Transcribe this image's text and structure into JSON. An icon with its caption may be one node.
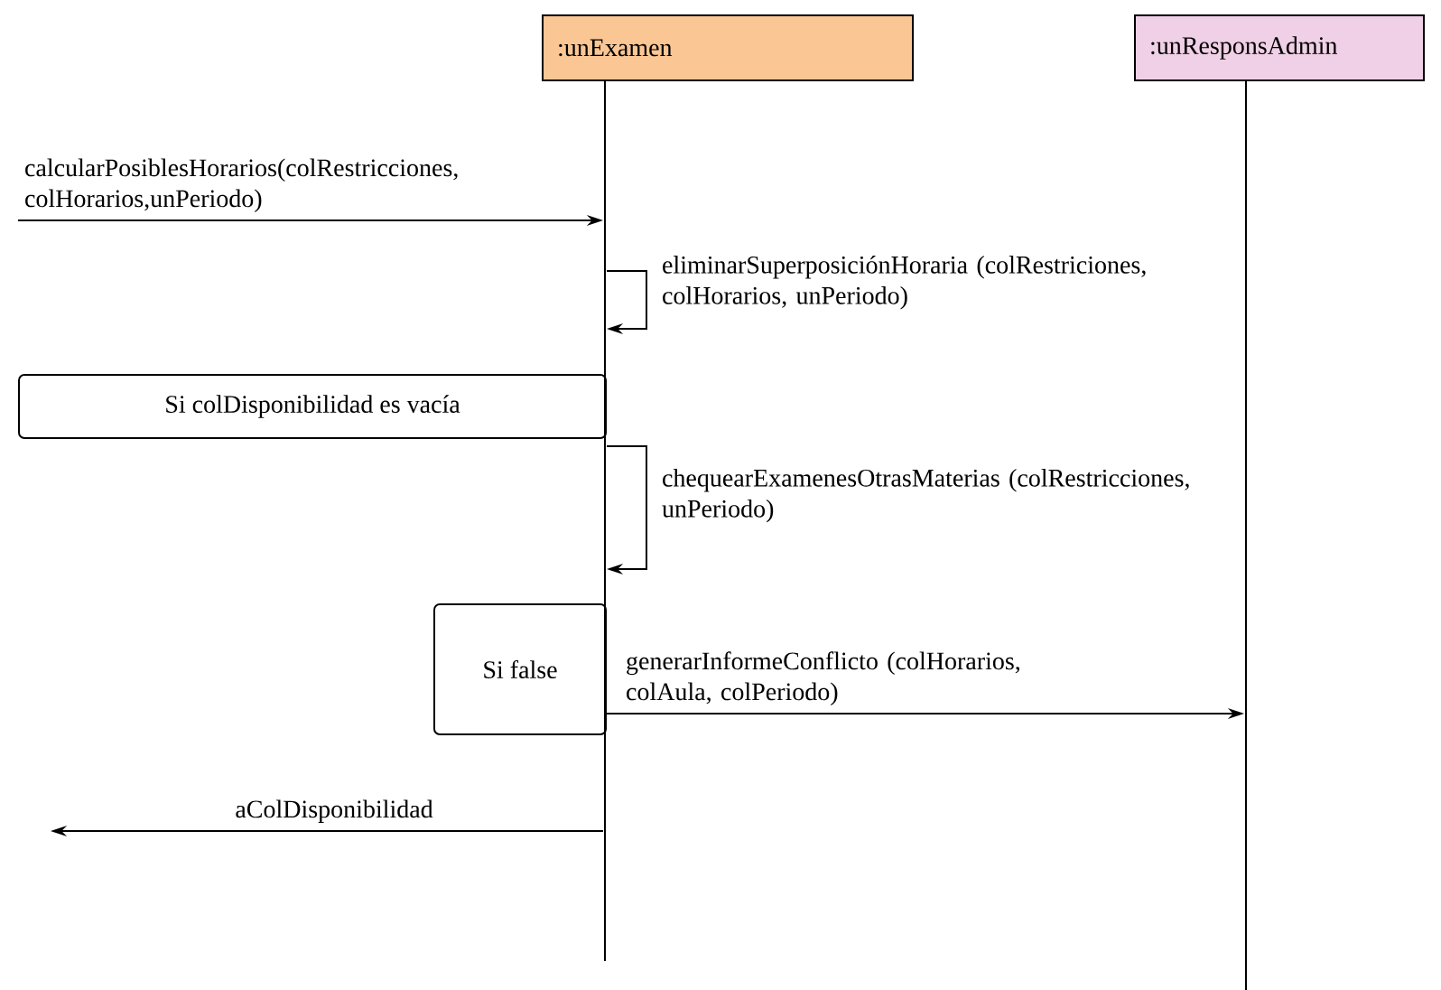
{
  "diagram": {
    "nodes": [
      {
        "text": [
          ":unExamen"
        ]
      },
      {
        "text": [
          ":unResponsAdmin"
        ]
      },
      {
        "text": [],
        "shape": "bar"
      },
      {
        "text": [],
        "shape": "bar"
      },
      {
        "text": [
          "Si colDisponibilidad es vacía"
        ]
      },
      {
        "text": [
          "Si false"
        ]
      }
    ],
    "edges": [
      {
        "from": null,
        "to": 2,
        "arrow": "to",
        "label": "calcularPosiblesHorarios(colRestricciones, colHorarios,unPeriodo)"
      },
      {
        "from": 2,
        "to": 2,
        "arrow": "to",
        "label": "eliminarSuperposiciónHoraria (colRestriciones, colHorarios, unPeriodo)"
      },
      {
        "from": 2,
        "to": 2,
        "arrow": "to",
        "label": "chequearExamenesOtrasMaterias (colRestricciones, unPeriodo)"
      },
      {
        "from": 2,
        "to": 3,
        "arrow": "to",
        "label": "generarInformeConflicto (colHorarios, colAula, colPeriodo)"
      },
      {
        "from": 2,
        "to": null,
        "arrow": "to",
        "label": "aColDisponibilidad"
      }
    ]
  }
}
